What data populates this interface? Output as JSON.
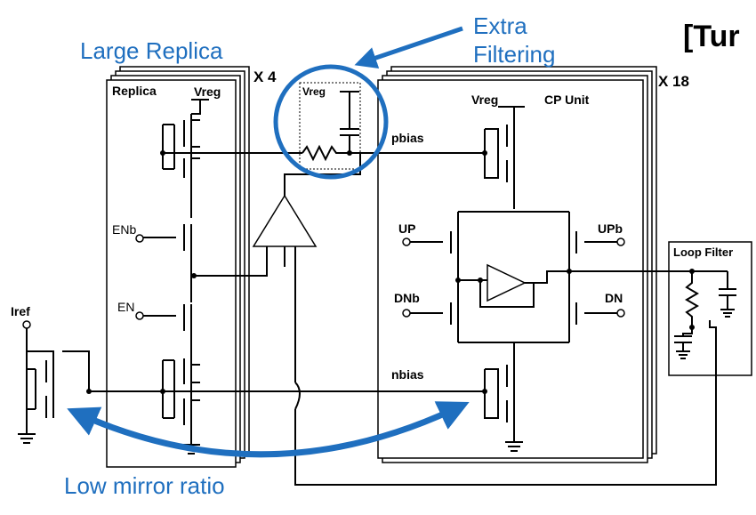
{
  "annotations": {
    "large_replica": "Large Replica",
    "extra_filtering_line1": "Extra",
    "extra_filtering_line2": "Filtering",
    "low_mirror_ratio": "Low mirror ratio",
    "corner_title": "[Tur",
    "accent_color": "#1f6fbf"
  },
  "replica": {
    "title": "Replica",
    "vreg": "Vreg",
    "enb": "ENb",
    "en": "EN",
    "multiplier": "X 4"
  },
  "filter": {
    "vreg": "Vreg"
  },
  "cp": {
    "title": "CP Unit",
    "vreg": "Vreg",
    "pbias": "pbias",
    "nbias": "nbias",
    "up": "UP",
    "upb": "UPb",
    "dnb": "DNb",
    "dn": "DN",
    "multiplier": "X 18"
  },
  "loop_filter": {
    "title": "Loop Filter"
  },
  "iref": "Iref"
}
